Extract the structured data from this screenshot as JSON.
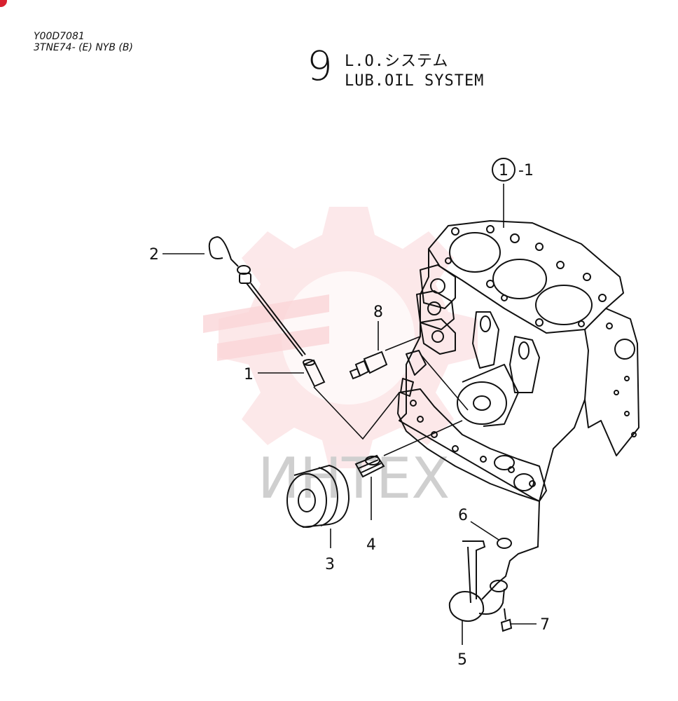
{
  "header": {
    "code_line1": "Y00D7081",
    "code_line2": "3TNE74- (E) NYB (B)"
  },
  "title": {
    "section_number": "9",
    "japanese": "L.O.システム",
    "english": "LUB.OIL SYSTEM"
  },
  "watermark": {
    "text": "ИНТЕХ",
    "color": "#f4a3a8"
  },
  "callouts": {
    "c1_1_num": "1",
    "c1_1_suffix": "-1",
    "c1": "1",
    "c2": "2",
    "c3": "3",
    "c4": "4",
    "c5": "5",
    "c6": "6",
    "c7": "7",
    "c8": "8"
  },
  "colors": {
    "line": "#111111",
    "watermark_gear": "#f4a3a8",
    "watermark_text": "#cfcfcf",
    "corner_mark": "#d8202f"
  }
}
